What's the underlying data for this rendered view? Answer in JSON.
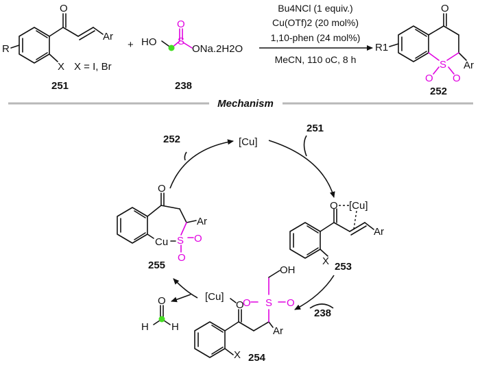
{
  "reaction": {
    "sm1_label": "251",
    "sm1_r_group": "R",
    "sm1_x_group": "X",
    "sm1_x_note": "X = I, Br",
    "sm1_ar": "Ar",
    "sm1_o": "O",
    "plus": "+",
    "sm2_label": "238",
    "sm2_ho": "HO",
    "sm2_s": "S",
    "sm2_o": "O",
    "sm2_salt": "ONa.2H2O",
    "conditions": [
      "Bu4NCl (1 equiv.)",
      "Cu(OTf)2 (20 mol%)",
      "1,10-phen (24 mol%)",
      "MeCN, 110 oC, 8 h"
    ],
    "product_label": "252",
    "product_r_group": "R1",
    "product_o": "O",
    "product_s": "S",
    "product_so1": "O",
    "product_so2": "O",
    "product_ar": "Ar"
  },
  "mechanism_heading": "Mechanism",
  "cycle": {
    "catalyst": "[Cu]",
    "in_251": "251",
    "out_252": "252",
    "in_238": "238",
    "i253": {
      "label": "253",
      "o": "O",
      "cu": "[Cu]",
      "ar": "Ar",
      "x": "X"
    },
    "i254": {
      "label": "254",
      "cu": "[Cu]",
      "o": "O",
      "oh": "OH",
      "s": "S",
      "so1": "O",
      "so2": "O",
      "ar": "Ar",
      "x": "X"
    },
    "i255": {
      "label": "255",
      "o": "O",
      "cu": "Cu",
      "s": "S",
      "so1": "O",
      "so2": "O",
      "ar": "Ar"
    },
    "formaldehyde": {
      "o": "O",
      "h1": "H",
      "h2": "H"
    }
  },
  "colors": {
    "highlight": "#e000e0",
    "carbon_dot": "#44dd22",
    "divider": "#b8b8b8"
  }
}
